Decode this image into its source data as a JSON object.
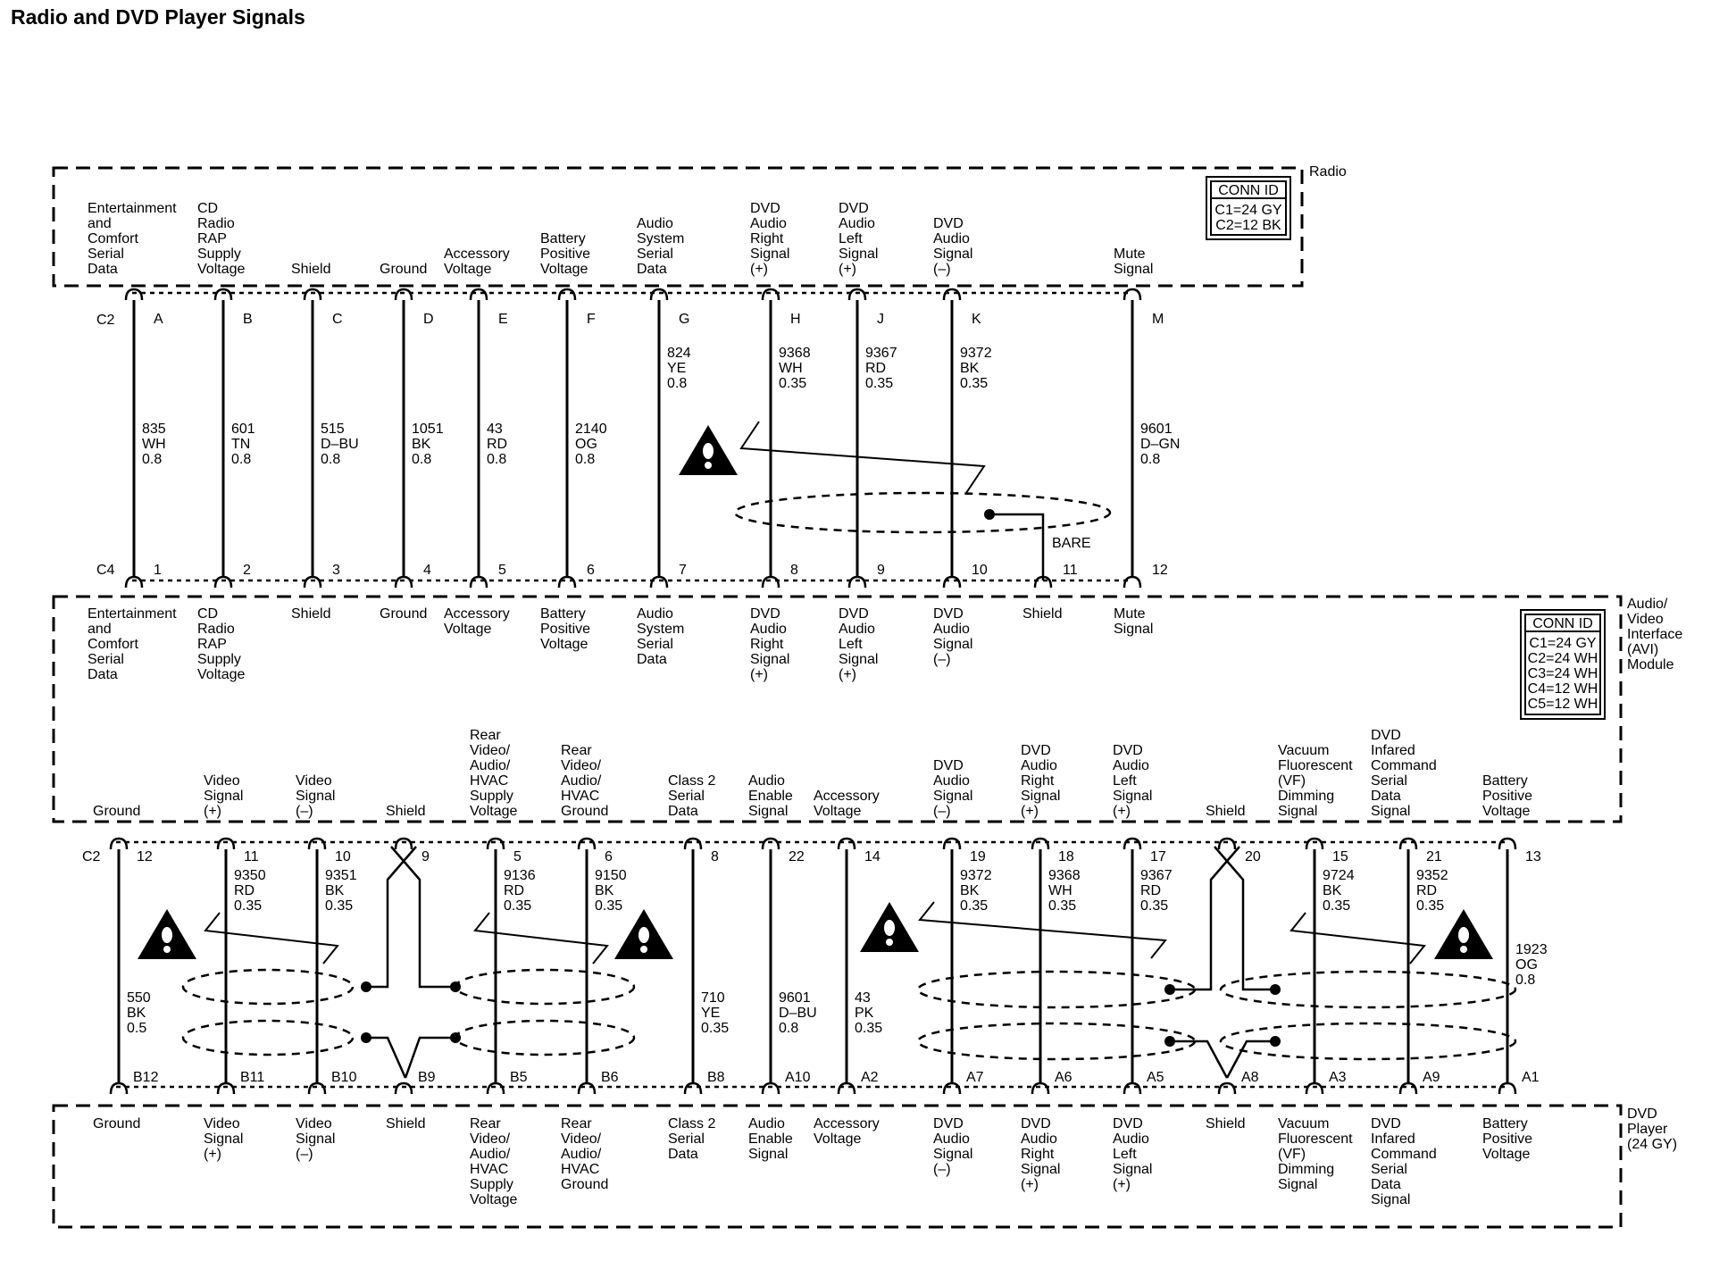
{
  "title": "Radio and DVD Player Signals",
  "modules": {
    "radio": [
      "Radio"
    ],
    "avi": [
      "Audio/",
      "Video",
      "Interface",
      "(AVI)",
      "Module"
    ],
    "dvd": [
      "DVD",
      "Player",
      "(24 GY)"
    ]
  },
  "conn_id": {
    "radio": {
      "header": "CONN ID",
      "lines": [
        "C1=24 GY",
        "C2=12 BK"
      ]
    },
    "avi": {
      "header": "CONN ID",
      "lines": [
        "C1=24 GY",
        "C2=24 WH",
        "C3=24 WH",
        "C4=12 WH",
        "C5=12 WH"
      ]
    }
  },
  "bare_label": "BARE",
  "connectors": {
    "radio_top": "C2",
    "avi_upper": "C4",
    "avi_lower": "C2"
  },
  "upper_circuits": [
    {
      "radio_pin": "A",
      "avi_pin": "1",
      "radio_label": [
        "Entertainment",
        "and",
        "Comfort",
        "Serial",
        "Data"
      ],
      "avi_label": [
        "Entertainment",
        "and",
        "Comfort",
        "Serial",
        "Data"
      ],
      "wire": [
        "835",
        "WH",
        "0.8"
      ]
    },
    {
      "radio_pin": "B",
      "avi_pin": "2",
      "radio_label": [
        "CD",
        "Radio",
        "RAP",
        "Supply",
        "Voltage"
      ],
      "avi_label": [
        "CD",
        "Radio",
        "RAP",
        "Supply",
        "Voltage"
      ],
      "wire": [
        "601",
        "TN",
        "0.8"
      ]
    },
    {
      "radio_pin": "C",
      "avi_pin": "3",
      "radio_label": [
        "Shield"
      ],
      "avi_label": [
        "Shield"
      ],
      "wire": [
        "515",
        "D–BU",
        "0.8"
      ]
    },
    {
      "radio_pin": "D",
      "avi_pin": "4",
      "radio_label": [
        "Ground"
      ],
      "avi_label": [
        "Ground"
      ],
      "wire": [
        "1051",
        "BK",
        "0.8"
      ]
    },
    {
      "radio_pin": "E",
      "avi_pin": "5",
      "radio_label": [
        "Accessory",
        "Voltage"
      ],
      "avi_label": [
        "Accessory",
        "Voltage"
      ],
      "wire": [
        "43",
        "RD",
        "0.8"
      ]
    },
    {
      "radio_pin": "F",
      "avi_pin": "6",
      "radio_label": [
        "Battery",
        "Positive",
        "Voltage"
      ],
      "avi_label": [
        "Battery",
        "Positive",
        "Voltage"
      ],
      "wire": [
        "2140",
        "OG",
        "0.8"
      ]
    },
    {
      "radio_pin": "G",
      "avi_pin": "7",
      "radio_label": [
        "Audio",
        "System",
        "Serial",
        "Data"
      ],
      "avi_label": [
        "Audio",
        "System",
        "Serial",
        "Data"
      ],
      "wire": [
        "824",
        "YE",
        "0.8"
      ]
    },
    {
      "radio_pin": "H",
      "avi_pin": "8",
      "radio_label": [
        "DVD",
        "Audio",
        "Right",
        "Signal",
        "(+)"
      ],
      "avi_label": [
        "DVD",
        "Audio",
        "Right",
        "Signal",
        "(+)"
      ],
      "wire": [
        "9368",
        "WH",
        "0.35"
      ]
    },
    {
      "radio_pin": "J",
      "avi_pin": "9",
      "radio_label": [
        "DVD",
        "Audio",
        "Left",
        "Signal",
        "(+)"
      ],
      "avi_label": [
        "DVD",
        "Audio",
        "Left",
        "Signal",
        "(+)"
      ],
      "wire": [
        "9367",
        "RD",
        "0.35"
      ]
    },
    {
      "radio_pin": "K",
      "avi_pin": "10",
      "radio_label": [
        "DVD",
        "Audio",
        "Signal",
        "(–)"
      ],
      "avi_label": [
        "DVD",
        "Audio",
        "Signal",
        "(–)"
      ],
      "wire": [
        "9372",
        "BK",
        "0.35"
      ]
    },
    {
      "radio_pin": "",
      "avi_pin": "11",
      "radio_label": [],
      "avi_label": [
        "Shield"
      ],
      "wire": []
    },
    {
      "radio_pin": "M",
      "avi_pin": "12",
      "radio_label": [
        "Mute",
        "Signal"
      ],
      "avi_label": [
        "Mute",
        "Signal"
      ],
      "wire": [
        "9601",
        "D–GN",
        "0.8"
      ]
    }
  ],
  "lower_circuits": [
    {
      "avi_pin": "12",
      "dvd_pin": "B12",
      "avi_label": [
        "Ground"
      ],
      "dvd_label": [
        "Ground"
      ],
      "wire": [
        "550",
        "BK",
        "0.5"
      ]
    },
    {
      "avi_pin": "11",
      "dvd_pin": "B11",
      "avi_label": [
        "Video",
        "Signal",
        "(+)"
      ],
      "dvd_label": [
        "Video",
        "Signal",
        "(+)"
      ],
      "wire": [
        "9350",
        "RD",
        "0.35"
      ]
    },
    {
      "avi_pin": "10",
      "dvd_pin": "B10",
      "avi_label": [
        "Video",
        "Signal",
        "(–)"
      ],
      "dvd_label": [
        "Video",
        "Signal",
        "(–)"
      ],
      "wire": [
        "9351",
        "BK",
        "0.35"
      ]
    },
    {
      "avi_pin": "9",
      "dvd_pin": "B9",
      "avi_label": [
        "Shield"
      ],
      "dvd_label": [
        "Shield"
      ],
      "wire": []
    },
    {
      "avi_pin": "5",
      "dvd_pin": "B5",
      "avi_label": [
        "Rear",
        "Video/",
        "Audio/",
        "HVAC",
        "Supply",
        "Voltage"
      ],
      "dvd_label": [
        "Rear",
        "Video/",
        "Audio/",
        "HVAC",
        "Supply",
        "Voltage"
      ],
      "wire": [
        "9136",
        "RD",
        "0.35"
      ]
    },
    {
      "avi_pin": "6",
      "dvd_pin": "B6",
      "avi_label": [
        "Rear",
        "Video/",
        "Audio/",
        "HVAC",
        "Ground"
      ],
      "dvd_label": [
        "Rear",
        "Video/",
        "Audio/",
        "HVAC",
        "Ground"
      ],
      "wire": [
        "9150",
        "BK",
        "0.35"
      ]
    },
    {
      "avi_pin": "8",
      "dvd_pin": "B8",
      "avi_label": [
        "Class 2",
        "Serial",
        "Data"
      ],
      "dvd_label": [
        "Class 2",
        "Serial",
        "Data"
      ],
      "wire": [
        "710",
        "YE",
        "0.35"
      ]
    },
    {
      "avi_pin": "22",
      "dvd_pin": "A10",
      "avi_label": [
        "Audio",
        "Enable",
        "Signal"
      ],
      "dvd_label": [
        "Audio",
        "Enable",
        "Signal"
      ],
      "wire": [
        "9601",
        "D–BU",
        "0.8"
      ]
    },
    {
      "avi_pin": "14",
      "dvd_pin": "A2",
      "avi_label": [
        "Accessory",
        "Voltage"
      ],
      "dvd_label": [
        "Accessory",
        "Voltage"
      ],
      "wire": [
        "43",
        "PK",
        "0.35"
      ]
    },
    {
      "avi_pin": "19",
      "dvd_pin": "A7",
      "avi_label": [
        "DVD",
        "Audio",
        "Signal",
        "(–)"
      ],
      "dvd_label": [
        "DVD",
        "Audio",
        "Signal",
        "(–)"
      ],
      "wire": [
        "9372",
        "BK",
        "0.35"
      ]
    },
    {
      "avi_pin": "18",
      "dvd_pin": "A6",
      "avi_label": [
        "DVD",
        "Audio",
        "Right",
        "Signal",
        "(+)"
      ],
      "dvd_label": [
        "DVD",
        "Audio",
        "Right",
        "Signal",
        "(+)"
      ],
      "wire": [
        "9368",
        "WH",
        "0.35"
      ]
    },
    {
      "avi_pin": "17",
      "dvd_pin": "A5",
      "avi_label": [
        "DVD",
        "Audio",
        "Left",
        "Signal",
        "(+)"
      ],
      "dvd_label": [
        "DVD",
        "Audio",
        "Left",
        "Signal",
        "(+)"
      ],
      "wire": [
        "9367",
        "RD",
        "0.35"
      ]
    },
    {
      "avi_pin": "20",
      "dvd_pin": "A8",
      "avi_label": [
        "Shield"
      ],
      "dvd_label": [
        "Shield"
      ],
      "wire": []
    },
    {
      "avi_pin": "15",
      "dvd_pin": "A3",
      "avi_label": [
        "Vacuum",
        "Fluorescent",
        "(VF)",
        "Dimming",
        "Signal"
      ],
      "dvd_label": [
        "Vacuum",
        "Fluorescent",
        "(VF)",
        "Dimming",
        "Signal"
      ],
      "wire": [
        "9724",
        "BK",
        "0.35"
      ]
    },
    {
      "avi_pin": "21",
      "dvd_pin": "A9",
      "avi_label": [
        "DVD",
        "Infared",
        "Command",
        "Serial",
        "Data",
        "Signal"
      ],
      "dvd_label": [
        "DVD",
        "Infared",
        "Command",
        "Serial",
        "Data",
        "Signal"
      ],
      "wire": [
        "9352",
        "RD",
        "0.35"
      ]
    },
    {
      "avi_pin": "13",
      "dvd_pin": "A1",
      "avi_label": [
        "Battery",
        "Positive",
        "Voltage"
      ],
      "dvd_label": [
        "Battery",
        "Positive",
        "Voltage"
      ],
      "wire": [
        "1923",
        "OG",
        "0.8"
      ]
    }
  ]
}
